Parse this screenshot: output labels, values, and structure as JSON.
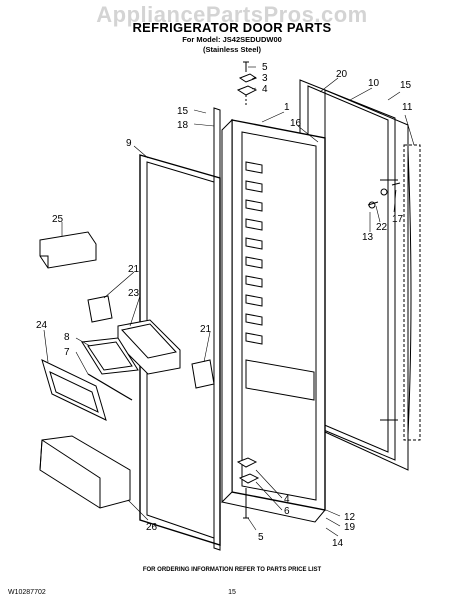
{
  "watermark": "AppliancePartsPros.com",
  "title": "REFRIGERATOR DOOR PARTS",
  "model_line": "For Model: JS42SEDUDW00",
  "variant_line": "(Stainless Steel)",
  "footer": {
    "ordering_note": "FOR ORDERING INFORMATION REFER TO PARTS PRICE LIST",
    "document_number": "W10287702",
    "page_number": "15"
  },
  "callouts": [
    "5",
    "3",
    "4",
    "20",
    "10",
    "15",
    "11",
    "15",
    "18",
    "1",
    "16",
    "9",
    "17",
    "22",
    "13",
    "25",
    "21",
    "23",
    "8",
    "7",
    "24",
    "21",
    "4",
    "6",
    "12",
    "19",
    "5",
    "14",
    "26"
  ]
}
